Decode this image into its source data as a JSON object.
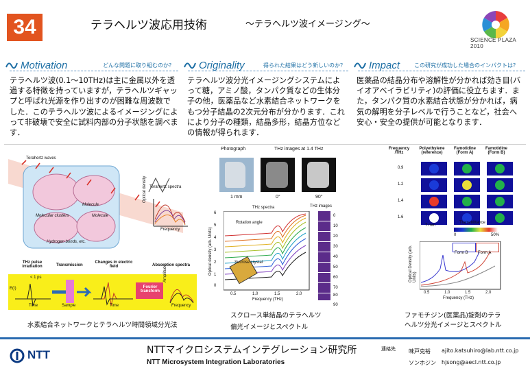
{
  "header": {
    "number": "34",
    "title": "テラヘルツ波応用技術",
    "subtitle": "～テラヘルツ波イメージング～",
    "logo_text": "SCIENCE PLAZA 2010"
  },
  "sections": [
    {
      "heading": "Motivation",
      "question": "どんな問題に取り組むのか？",
      "text": "テラヘルツ波(0.1～10THz)は主に金属以外を透過する特徴を持っていますが，テラヘルツギャップと呼ばれ光源を作り出すのが困難な周波数でした．このテラヘルツ波によるイメージングによって非破壊で安全に試料内部の分子状態を調べます．"
    },
    {
      "heading": "Originality",
      "question": "得られた結果はどう新しいのか？",
      "text": "テラヘルツ波分光イメージングシステムによって糖，アミノ酸，タンパク質などの生体分子の他，医薬品など水素結合ネットワークをもつ分子結晶の2次元分布が分かります．これにより分子の種類，結晶多形，結晶方位などの情報が得られます．"
    },
    {
      "heading": "Impact",
      "question": "この研究が成功した場合のインパクトは？",
      "text": "医薬品の結晶分布や溶解性が分かれば効き目(バイオアベイラビリティ)の評価に役立ちます．また，タンパク質の水素結合状態が分かれば，病気の解明を分子レベルで行うことなど，社会へ安心・安全の提供が可能となります．"
    }
  ],
  "figure1": {
    "caption": "水素結合ネットワークとテラヘルツ時間領域分光法",
    "labels": {
      "waves": "Terahertz waves",
      "spectra": "Terahertz spectra",
      "clusters": "Molecular clusters",
      "molecule": "Molecule",
      "molecule2": "Molecule",
      "hbonds": "Hydrogen bonds, etc.",
      "optical_density": "Optical density",
      "frequency": "Frequency"
    },
    "steps": {
      "pulse": "THz pulse irradiation",
      "transmission": "Transmission",
      "changes": "Changes in electric field",
      "absorption": "Absorption spectra",
      "ps": "< 1 ps",
      "sample": "Sample",
      "fourier": "Fourier transform",
      "time": "Time",
      "time2": "Time",
      "frequency": "Frequency",
      "et": "E(t)",
      "amplitude": "Amplitude"
    }
  },
  "figure2": {
    "caption_line1": "スクロース単結晶のテラヘルツ",
    "caption_line2": "偏光イメージとスペクトル",
    "photo_label": "Photograph",
    "thz_label": "THz images at 1.4 THz",
    "scale": "1 mm",
    "angle0": "0°",
    "angle90": "90°",
    "spectra_title": "THz spectra",
    "images_title": "THz images",
    "rotation": "Rotation angle",
    "crystal": "Sucrose crystal",
    "ylabel": "Optical density (arb. Units)",
    "xlabel": "Frequency (THz)",
    "y_ticks": [
      "0",
      "1",
      "2",
      "3",
      "4",
      "5",
      "6"
    ],
    "x_ticks": [
      "0.5",
      "1.0",
      "1.5",
      "2.0"
    ],
    "angles": [
      "0",
      "10",
      "20",
      "30",
      "40",
      "50",
      "60",
      "70",
      "80",
      "90"
    ]
  },
  "figure3": {
    "caption_line1": "ファモチジン(医薬品)錠剤のテラ",
    "caption_line2": "ヘルツ分光イメージとスペクトル",
    "col_freq": "Frequency /THz",
    "col_poly": "Polyethylene (reference)",
    "col_a": "Famotidine (Form A)",
    "col_b": "Famotidine (Form B)",
    "rows": [
      "0.9",
      "1.2",
      "1.4",
      "1.6"
    ],
    "scale": "7 mm",
    "transmittance": "Transmittance",
    "t0": "0",
    "t50": "50%",
    "form_b": "Form B",
    "form_a": "Form A",
    "ylabel": "Optical Density (arb. Units)",
    "xlabel": "Frequency (THz)",
    "x_ticks": [
      "0.5",
      "1.0",
      "1.5",
      "2.0"
    ]
  },
  "footer": {
    "company": "NTT",
    "lab_jp": "NTTマイクロシステムインテグレーション研究所",
    "lab_en": "NTT Microsystem Integration Laboratories",
    "contact_label": "連絡先",
    "contacts": [
      {
        "name": "味戸克裕",
        "email": "ajito.katsuhiro@lab.ntt.co.jp"
      },
      {
        "name": "ソンホジン",
        "email": "hjsong@aecl.ntt.co.jp"
      }
    ]
  }
}
